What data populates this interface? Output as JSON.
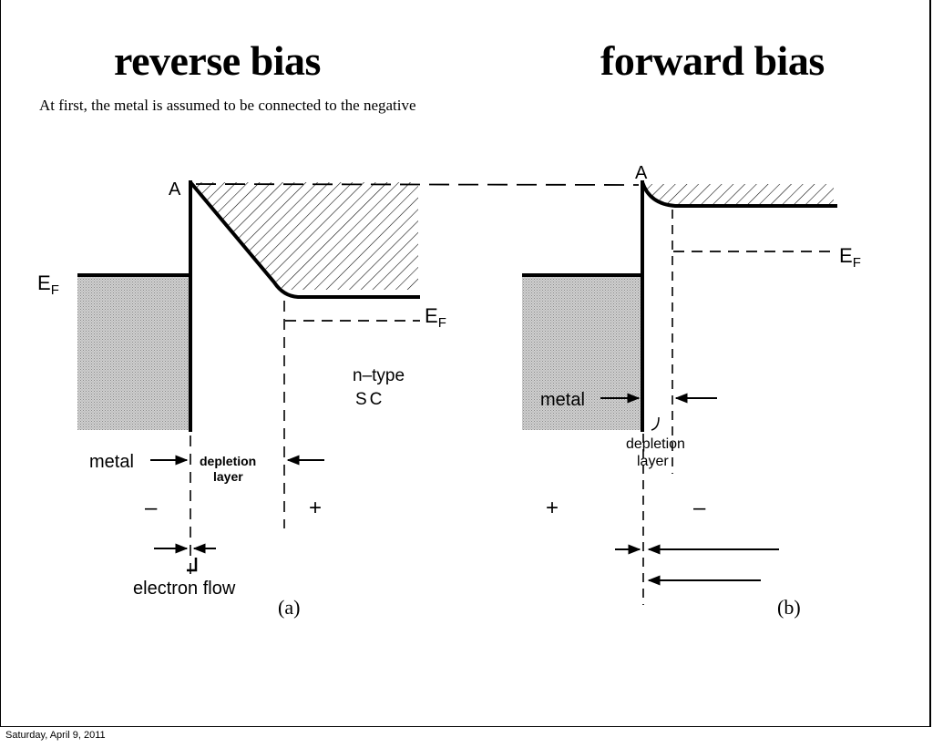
{
  "slide": {
    "title_left": "reverse bias",
    "title_right": "forward bias",
    "subtitle": "At first, the metal is assumed to be connected to the negative",
    "footer_date": "Saturday, April 9, 2011"
  },
  "panel_a": {
    "point_label": "A",
    "fermi_metal": "E",
    "fermi_metal_sub": "F",
    "fermi_sc": "E",
    "fermi_sc_sub": "F",
    "sc_label_line1": "n–type",
    "sc_label_line2": "SC",
    "metal_label": "metal",
    "depletion_line1": "depletion",
    "depletion_line2": "layer",
    "sign_metal": "–",
    "sign_sc": "+",
    "flow_label": "electron flow",
    "caption": "(a)"
  },
  "panel_b": {
    "point_label": "A",
    "fermi_sc": "E",
    "fermi_sc_sub": "F",
    "metal_label": "metal",
    "depletion_line1": "depletion",
    "depletion_line2": "layer",
    "sign_metal": "+",
    "sign_sc": "–",
    "caption": "(b)"
  }
}
